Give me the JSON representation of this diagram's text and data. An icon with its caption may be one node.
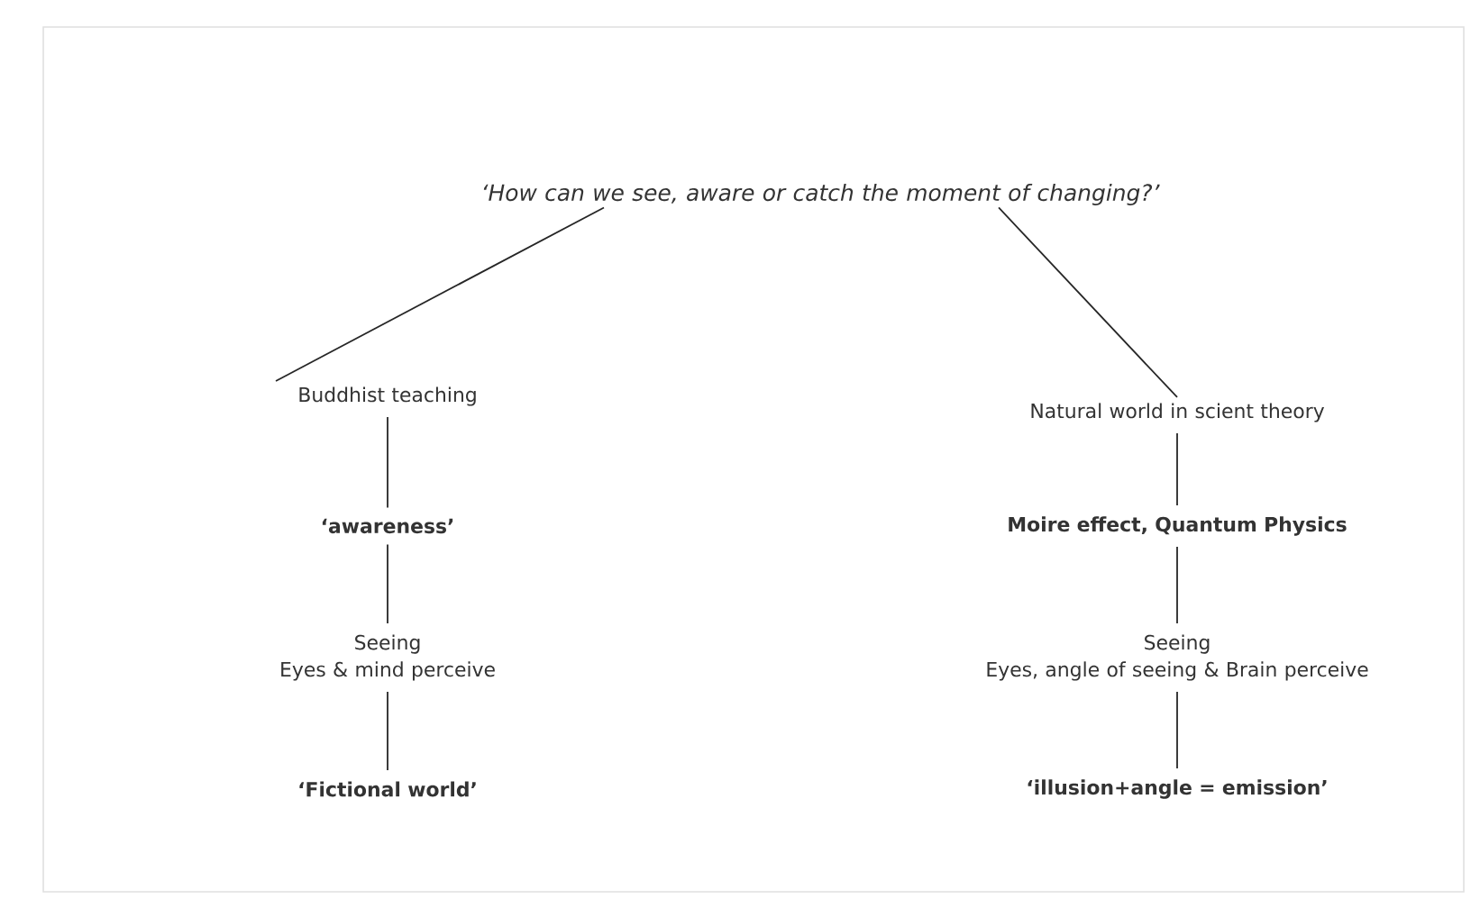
{
  "diagram": {
    "nodes": [
      {
        "text": [
          "‘How can we see, aware or catch the moment of changing?’"
        ]
      },
      {
        "text": [
          "Buddhist teaching"
        ]
      },
      {
        "text": [
          "‘awareness’"
        ]
      },
      {
        "text": [
          "Seeing",
          "Eyes & mind perceive"
        ]
      },
      {
        "text": [
          "‘Fictional world’"
        ]
      },
      {
        "text": [
          "Natural world in scient theory"
        ]
      },
      {
        "text": [
          "Moire effect, Quantum Physics"
        ]
      },
      {
        "text": [
          "Seeing",
          "Eyes, angle of seeing & Brain perceive"
        ]
      },
      {
        "text": [
          "‘illusion+angle = emission’"
        ]
      }
    ],
    "edges": [
      {
        "from": 0,
        "to": 1,
        "arrow": "none"
      },
      {
        "from": 0,
        "to": 5,
        "arrow": "none"
      },
      {
        "from": 1,
        "to": 2,
        "arrow": "none"
      },
      {
        "from": 2,
        "to": 3,
        "arrow": "none"
      },
      {
        "from": 3,
        "to": 4,
        "arrow": "none"
      },
      {
        "from": 5,
        "to": 6,
        "arrow": "none"
      },
      {
        "from": 6,
        "to": 7,
        "arrow": "none"
      },
      {
        "from": 7,
        "to": 8,
        "arrow": "none"
      }
    ]
  }
}
